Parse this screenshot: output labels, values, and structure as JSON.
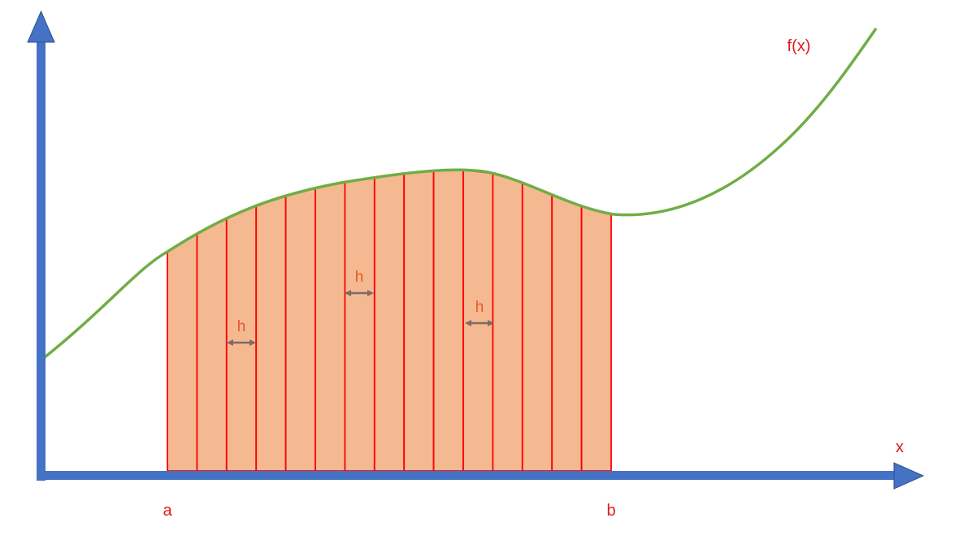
{
  "labels": {
    "function": "f(x)",
    "x_axis": "x",
    "lower_bound": "a",
    "upper_bound": "b",
    "step_1": "h",
    "step_2": "h",
    "step_3": "h"
  },
  "colors": {
    "axis": "#4472c4",
    "curve": "#70ad47",
    "trapezoid_fill": "#f4b990",
    "trapezoid_stroke": "#ff0000",
    "label_red": "#e31a1c",
    "label_h": "#e8562a",
    "h_arrow": "#7f6a64"
  },
  "icons": {
    "y_axis_arrowhead": "up-arrow-icon",
    "x_axis_arrowhead": "right-arrow-icon",
    "h_marker": "double-headed-arrow-icon"
  },
  "subinterval_count": 15
}
